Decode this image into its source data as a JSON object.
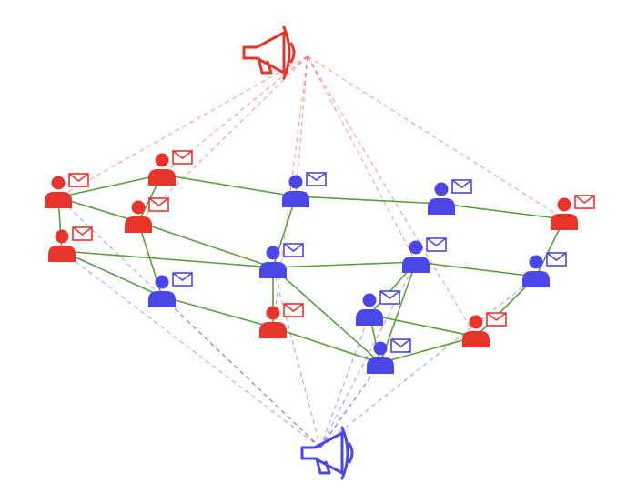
{
  "colors": {
    "red": "#E8352B",
    "blue": "#4A47E6",
    "edge": "#5A9E3A",
    "background": "#FFFFFF"
  },
  "broadcasters": [
    {
      "id": "red-broadcaster",
      "color": "red",
      "icon": "megaphone-icon"
    },
    {
      "id": "blue-broadcaster",
      "color": "blue",
      "icon": "megaphone-icon"
    }
  ],
  "people": [
    {
      "id": "r1",
      "color": "red",
      "icon": "person-icon",
      "badge": "envelope-icon"
    },
    {
      "id": "r2",
      "color": "red",
      "icon": "person-icon",
      "badge": "envelope-icon"
    },
    {
      "id": "r3",
      "color": "red",
      "icon": "person-icon",
      "badge": "envelope-icon"
    },
    {
      "id": "r4",
      "color": "red",
      "icon": "person-icon",
      "badge": "envelope-icon"
    },
    {
      "id": "r5",
      "color": "red",
      "icon": "person-icon",
      "badge": "envelope-icon"
    },
    {
      "id": "r6",
      "color": "red",
      "icon": "person-icon",
      "badge": "envelope-icon"
    },
    {
      "id": "r7",
      "color": "red",
      "icon": "person-icon",
      "badge": "envelope-icon"
    },
    {
      "id": "b1",
      "color": "blue",
      "icon": "person-icon",
      "badge": "envelope-icon"
    },
    {
      "id": "b2",
      "color": "blue",
      "icon": "person-icon",
      "badge": "envelope-icon"
    },
    {
      "id": "b3",
      "color": "blue",
      "icon": "person-icon",
      "badge": "envelope-icon"
    },
    {
      "id": "b4",
      "color": "blue",
      "icon": "person-icon",
      "badge": "envelope-icon"
    },
    {
      "id": "b5",
      "color": "blue",
      "icon": "person-icon",
      "badge": "envelope-icon"
    },
    {
      "id": "b6",
      "color": "blue",
      "icon": "person-icon",
      "badge": "envelope-icon"
    },
    {
      "id": "b7",
      "color": "blue",
      "icon": "person-icon",
      "badge": "envelope-icon"
    },
    {
      "id": "b8",
      "color": "blue",
      "icon": "person-icon",
      "badge": "envelope-icon"
    },
    {
      "id": "b9",
      "color": "blue",
      "icon": "person-icon",
      "badge": "envelope-icon"
    }
  ],
  "edges": [
    [
      "r1",
      "r2"
    ],
    [
      "r1",
      "r3"
    ],
    [
      "r1",
      "r4"
    ],
    [
      "r2",
      "r4"
    ],
    [
      "r2",
      "b1"
    ],
    [
      "r3",
      "b3"
    ],
    [
      "r4",
      "b8"
    ],
    [
      "r4",
      "b3"
    ],
    [
      "b1",
      "b2"
    ],
    [
      "b1",
      "b3"
    ],
    [
      "b2",
      "r7"
    ],
    [
      "b3",
      "r5"
    ],
    [
      "b3",
      "b4"
    ],
    [
      "b3",
      "b5"
    ],
    [
      "r5",
      "b5"
    ],
    [
      "b4",
      "b9"
    ],
    [
      "b4",
      "b5"
    ],
    [
      "b4",
      "b6"
    ],
    [
      "b5",
      "b6"
    ],
    [
      "b5",
      "r6"
    ],
    [
      "b6",
      "r6"
    ],
    [
      "r6",
      "b9"
    ],
    [
      "b9",
      "r7"
    ],
    [
      "r3",
      "b8"
    ],
    [
      "b8",
      "r5"
    ]
  ],
  "broadcast_links": [
    [
      "red-broadcaster",
      "r1"
    ],
    [
      "red-broadcaster",
      "r2"
    ],
    [
      "red-broadcaster",
      "r4"
    ],
    [
      "red-broadcaster",
      "r5"
    ],
    [
      "red-broadcaster",
      "r6"
    ],
    [
      "red-broadcaster",
      "r7"
    ],
    [
      "red-broadcaster",
      "b1"
    ],
    [
      "red-broadcaster",
      "b4"
    ],
    [
      "blue-broadcaster",
      "b8"
    ],
    [
      "blue-broadcaster",
      "b3"
    ],
    [
      "blue-broadcaster",
      "b5"
    ],
    [
      "blue-broadcaster",
      "b6"
    ],
    [
      "blue-broadcaster",
      "b7"
    ],
    [
      "blue-broadcaster",
      "b9"
    ],
    [
      "blue-broadcaster",
      "r1"
    ],
    [
      "blue-broadcaster",
      "r3"
    ],
    [
      "blue-broadcaster",
      "b4"
    ]
  ]
}
